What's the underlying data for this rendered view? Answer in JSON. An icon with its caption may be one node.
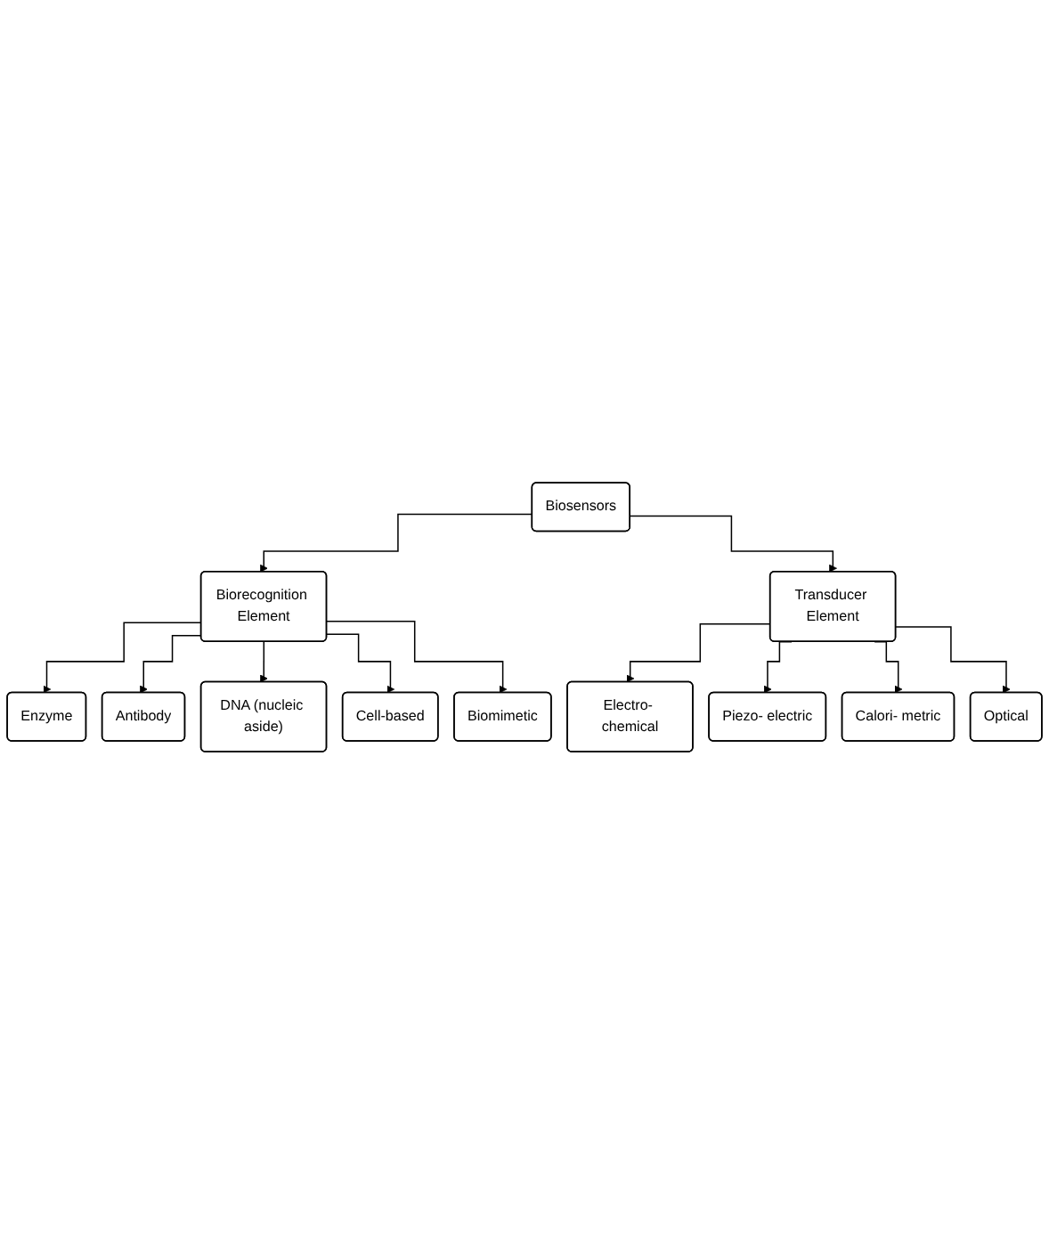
{
  "diagram": {
    "nodes": [
      {
        "text": [
          "Biosensors"
        ]
      },
      {
        "text": [
          "Biorecognition Element"
        ]
      },
      {
        "text": [
          "Transducer Element"
        ]
      },
      {
        "text": [
          "Enzyme"
        ]
      },
      {
        "text": [
          "Antibody"
        ]
      },
      {
        "text": [
          "DNA (nucleic aside)"
        ]
      },
      {
        "text": [
          "Cell-based"
        ]
      },
      {
        "text": [
          "Biomimetic"
        ]
      },
      {
        "text": [
          "Electro- chemical"
        ]
      },
      {
        "text": [
          "Piezo- electric"
        ]
      },
      {
        "text": [
          "Calori- metric"
        ]
      },
      {
        "text": [
          "Optical"
        ]
      }
    ],
    "edges": [
      {
        "from": 0,
        "to": 1,
        "arrow": "to"
      },
      {
        "from": 0,
        "to": 2,
        "arrow": "to"
      },
      {
        "from": 1,
        "to": 3,
        "arrow": "to"
      },
      {
        "from": 1,
        "to": 4,
        "arrow": "to"
      },
      {
        "from": 1,
        "to": 5,
        "arrow": "to"
      },
      {
        "from": 1,
        "to": 6,
        "arrow": "to"
      },
      {
        "from": 1,
        "to": 7,
        "arrow": "to"
      },
      {
        "from": 2,
        "to": 8,
        "arrow": "to"
      },
      {
        "from": 2,
        "to": 9,
        "arrow": "to"
      },
      {
        "from": 2,
        "to": 10,
        "arrow": "to"
      },
      {
        "from": 2,
        "to": 11,
        "arrow": "to"
      }
    ]
  }
}
